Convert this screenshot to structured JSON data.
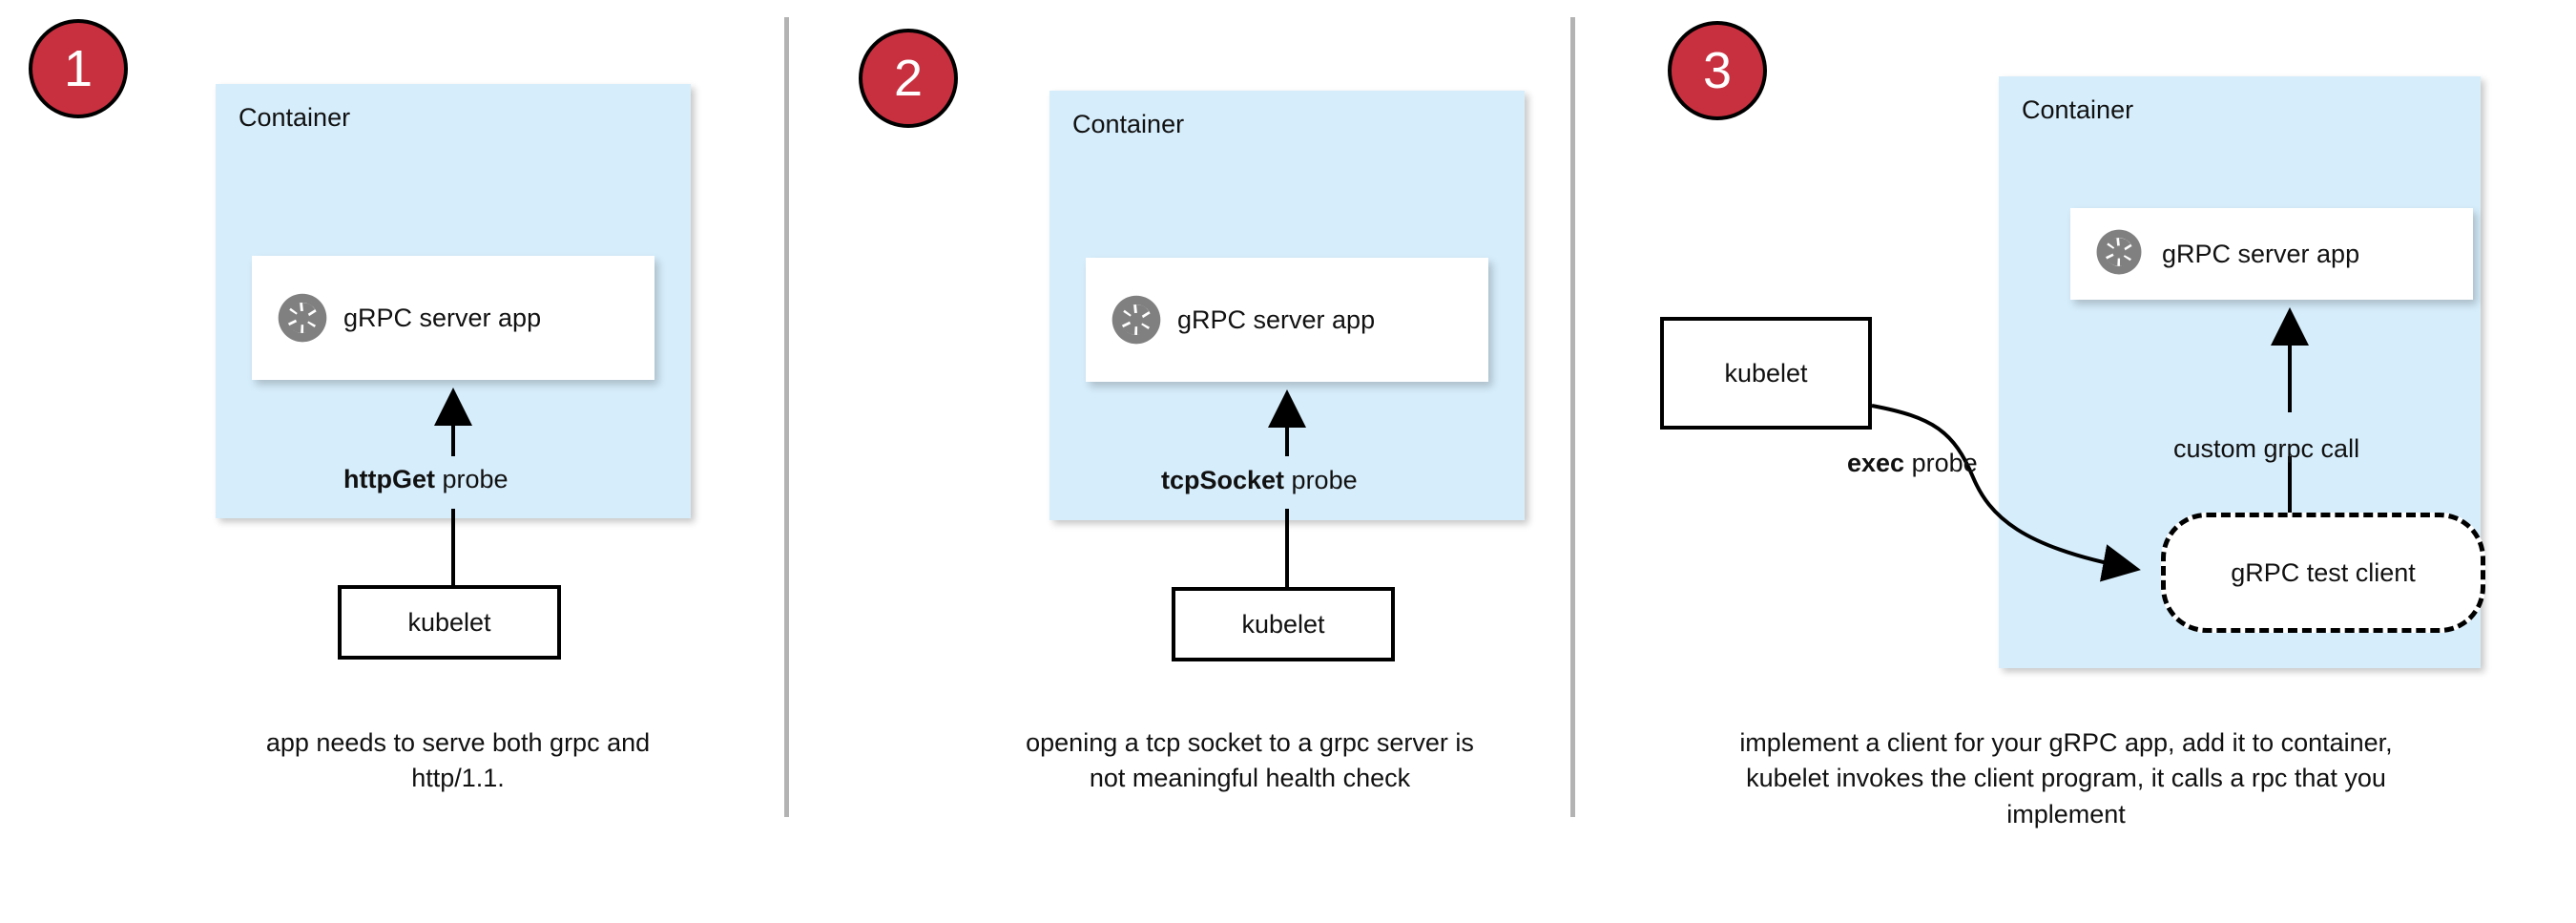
{
  "diagram": {
    "title": "gRPC health probe approaches",
    "colors": {
      "badge_fill": "#c9303f",
      "badge_border": "#000000",
      "badge_text": "#ffffff",
      "container_fill": "#d6edfb",
      "card_fill": "#ffffff",
      "icon_gray": "#808080",
      "divider": "#b3b3b3",
      "stroke": "#000000"
    }
  },
  "panels": [
    {
      "step": "1",
      "container_label": "Container",
      "app_label": "gRPC server app",
      "app_icon": "grpc-logo-icon",
      "probe_label_bold": "httpGet",
      "probe_label_rest": " probe",
      "kubelet_label": "kubelet",
      "caption": "app needs to serve both grpc and http/1.1."
    },
    {
      "step": "2",
      "container_label": "Container",
      "app_label": "gRPC server app",
      "app_icon": "grpc-logo-icon",
      "probe_label_bold": "tcpSocket",
      "probe_label_rest": " probe",
      "kubelet_label": "kubelet",
      "caption": "opening a tcp socket to a grpc server is not meaningful health check"
    },
    {
      "step": "3",
      "container_label": "Container",
      "app_label": "gRPC server app",
      "app_icon": "grpc-logo-icon",
      "probe_label_bold": "exec",
      "probe_label_rest": " probe",
      "kubelet_label": "kubelet",
      "client_label": "gRPC test client",
      "call_label": "custom grpc call",
      "caption": "implement a client for your gRPC app, add it to container, kubelet invokes the client program, it calls a rpc that you implement"
    }
  ]
}
